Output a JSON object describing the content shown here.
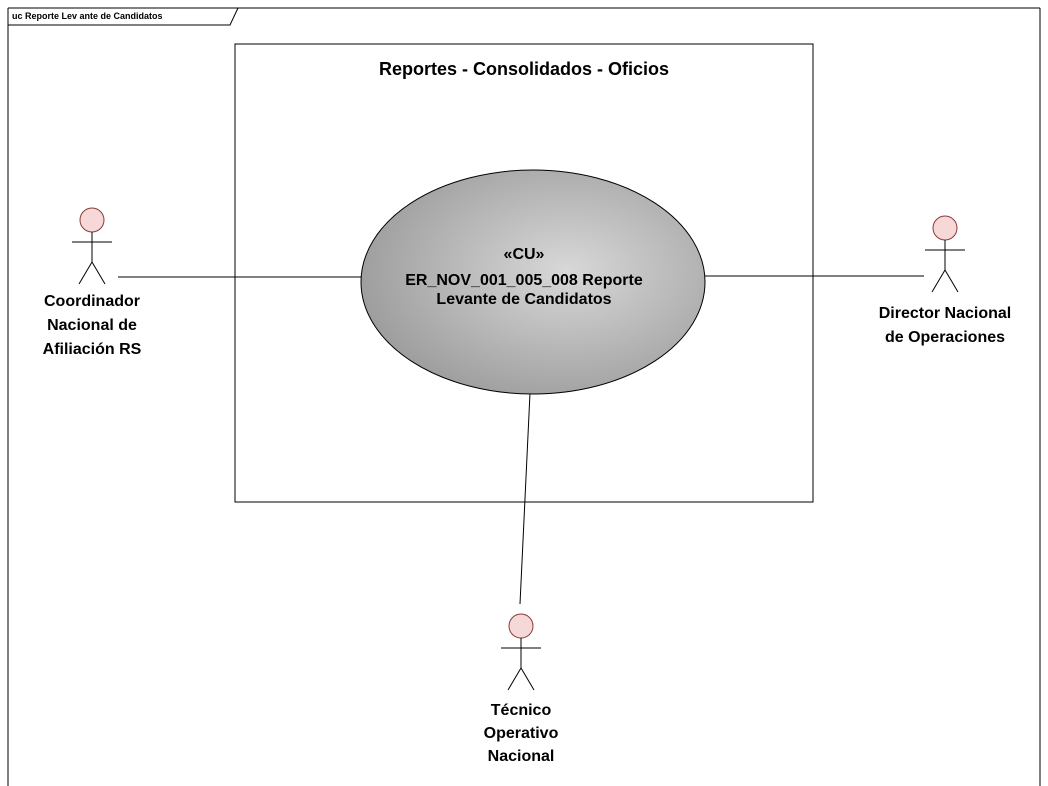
{
  "frame": {
    "title": "uc Reporte Lev ante de Candidatos"
  },
  "boundary": {
    "title": "Reportes - Consolidados - Oficios"
  },
  "use_case": {
    "stereotype": "«CU»",
    "name_line1": "ER_NOV_001_005_008  Reporte",
    "name_line2": "Levante de Candidatos"
  },
  "actors": {
    "coordinador": {
      "line1": "Coordinador",
      "line2": "Nacional de",
      "line3": "Afiliación RS"
    },
    "director": {
      "line1": "Director Nacional",
      "line2": "de Operaciones"
    },
    "tecnico": {
      "line1": "Técnico",
      "line2": "Operativo",
      "line3": "Nacional"
    }
  },
  "colors": {
    "actor_head_fill": "#f7d8d8",
    "actor_head_stroke": "#8b3a3a",
    "usecase_gradient_light": "#d0d0d0",
    "usecase_gradient_dark": "#9a9a9a"
  }
}
